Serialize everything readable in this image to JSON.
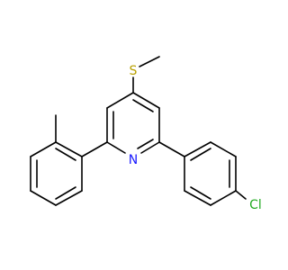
{
  "molecule": {
    "atoms": {
      "sulfur": "S",
      "nitrogen": "N",
      "chlorine": "Cl"
    },
    "colors": {
      "bond": "#000000",
      "sulfur": "#b8a000",
      "nitrogen": "#1a1aff",
      "chlorine": "#22aa22"
    }
  }
}
